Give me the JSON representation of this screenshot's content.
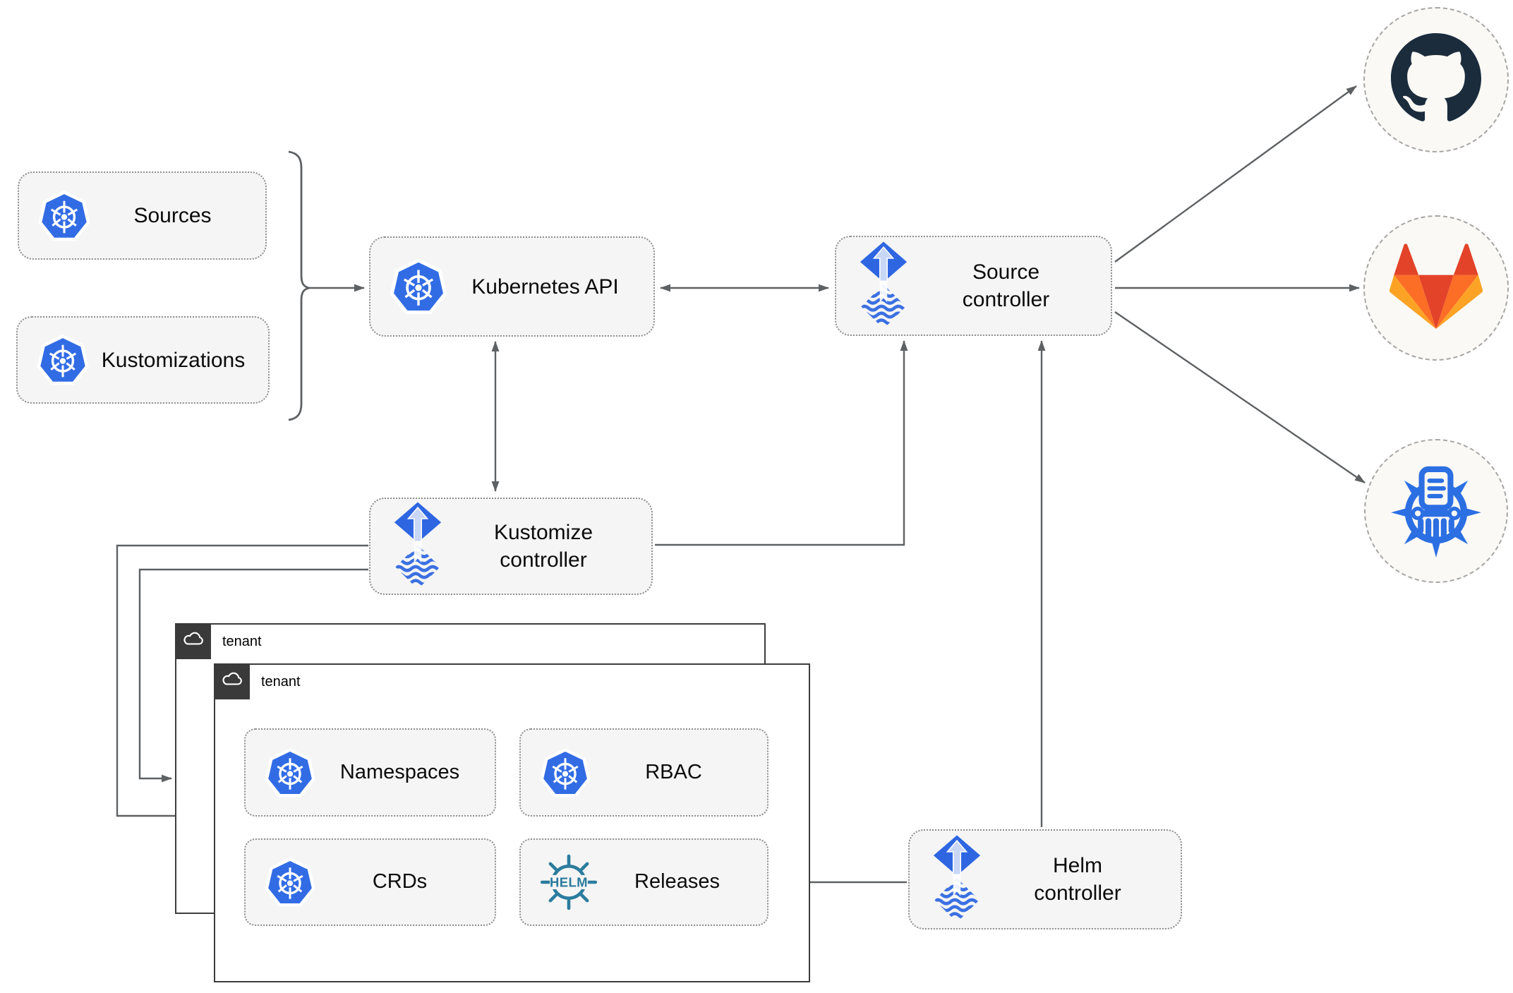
{
  "nodes": {
    "sources": {
      "label": "Sources"
    },
    "kustomizations": {
      "label": "Kustomizations"
    },
    "kubernetes_api": {
      "label": "Kubernetes API"
    },
    "source_controller": {
      "label": "Source controller"
    },
    "kustomize_controller": {
      "label": "Kustomize controller"
    },
    "helm_controller": {
      "label": "Helm controller"
    },
    "namespaces": {
      "label": "Namespaces"
    },
    "rbac": {
      "label": "RBAC"
    },
    "crds": {
      "label": "CRDs"
    },
    "releases": {
      "label": "Releases",
      "icon_text": "HELM"
    }
  },
  "tenants": [
    {
      "label": "tenant"
    },
    {
      "label": "tenant"
    }
  ],
  "endpoints": [
    {
      "name": "github"
    },
    {
      "name": "gitlab"
    },
    {
      "name": "registry-wheel"
    }
  ],
  "colors": {
    "kubernetes_blue": "#326ce5",
    "flux_blue": "#2e66e2",
    "flux_stripe_blue": "#3b70e2",
    "helm_teal": "#2b7c9e",
    "github_dark": "#1b2c3d",
    "gitlab_orange_dark": "#e24329",
    "gitlab_orange": "#fc6d26",
    "gitlab_orange_light": "#fca326",
    "wire_gray": "#5e6163",
    "node_background": "#f5f5f5",
    "tenant_tab_dark": "#3a3a3a"
  }
}
